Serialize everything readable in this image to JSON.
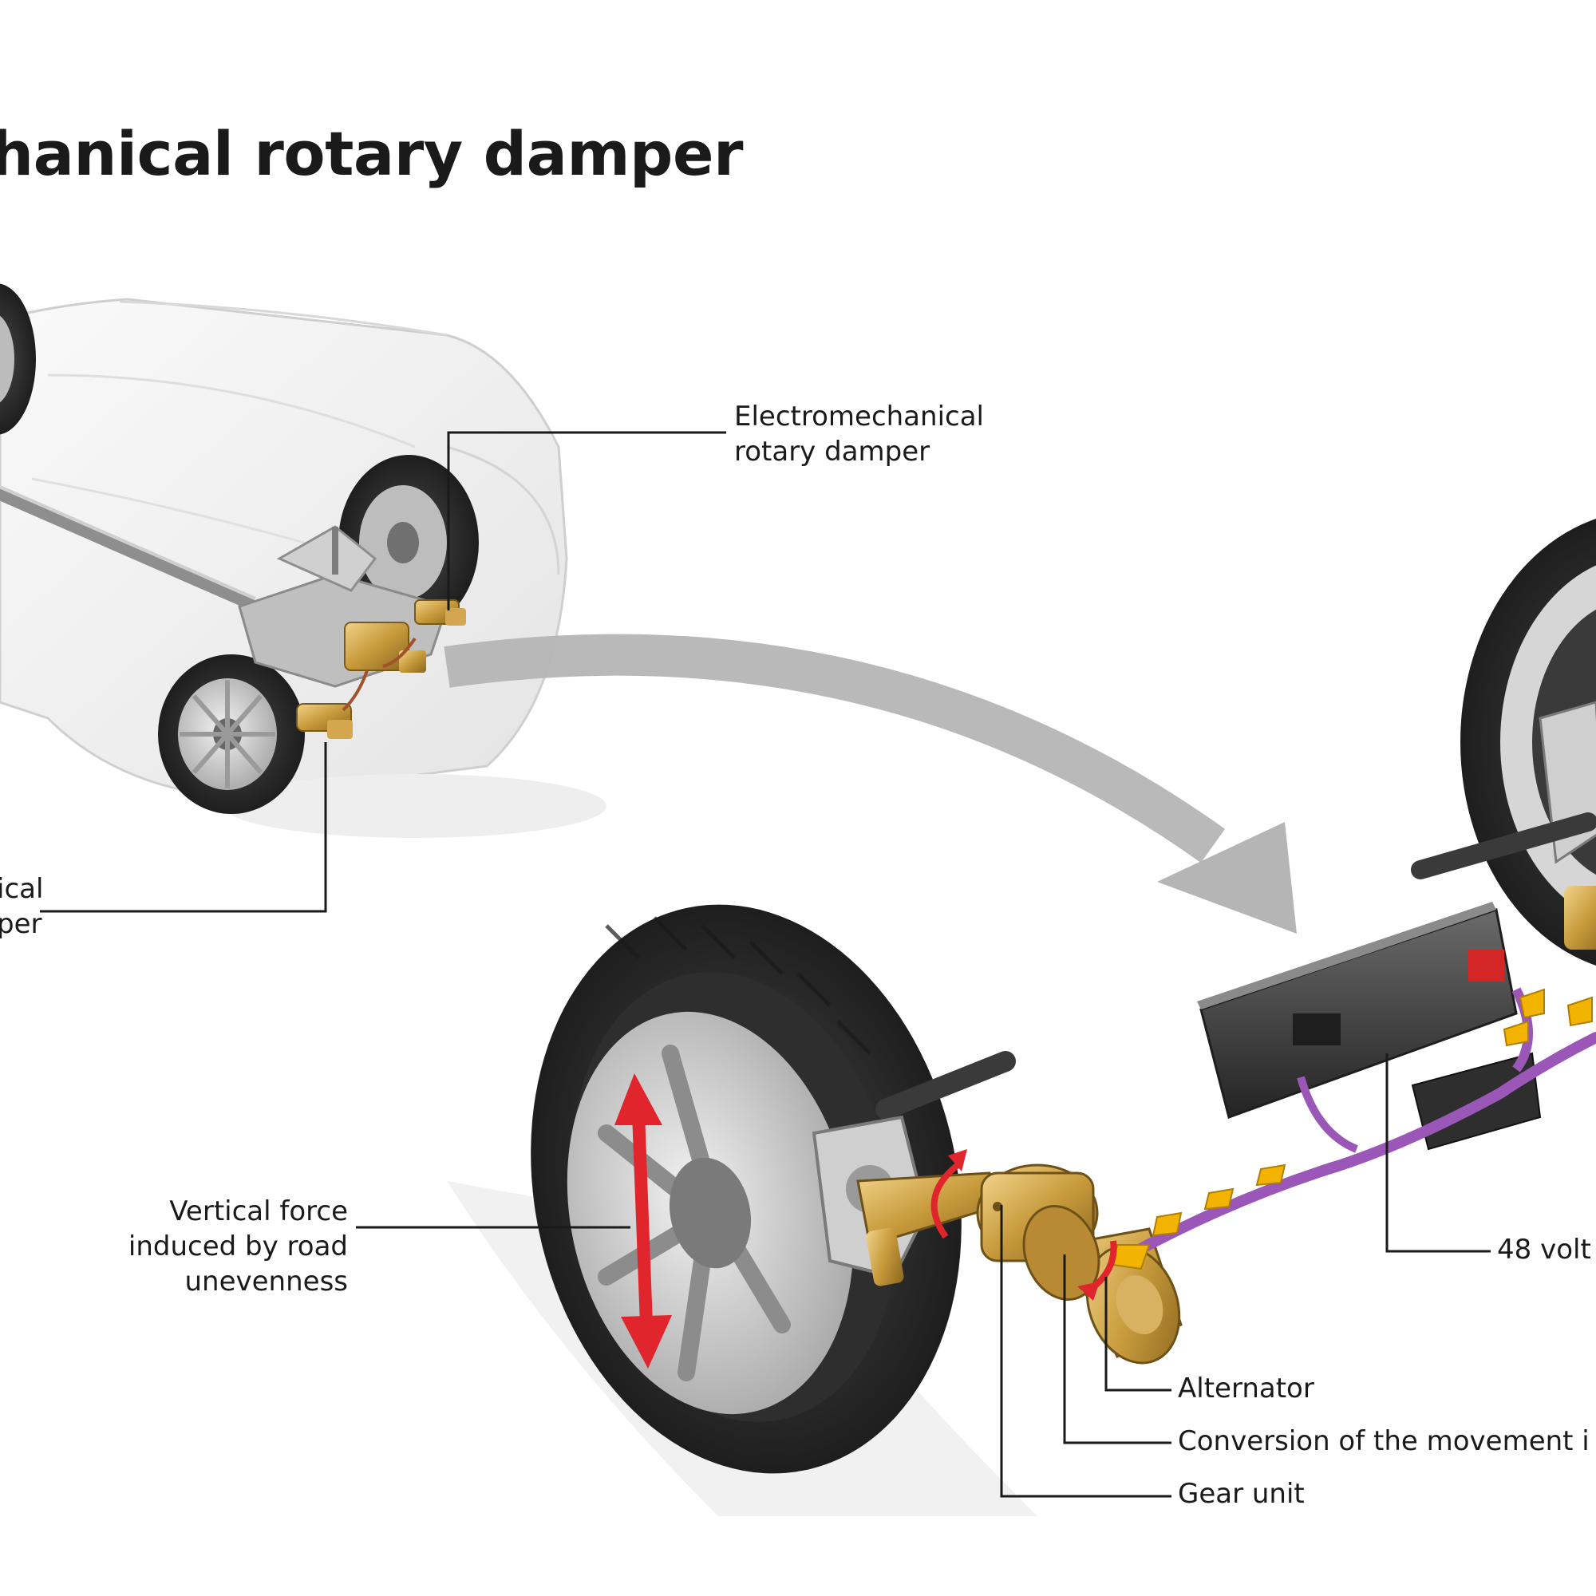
{
  "title": "hanical rotary damper",
  "labels": {
    "rotary_damper": [
      "Electromechanical",
      "rotary damper"
    ],
    "left_partial": [
      "ical",
      "per"
    ],
    "vertical_force": [
      "Vertical force",
      "induced by road",
      "unevenness"
    ],
    "alternator": "Alternator",
    "conversion": "Conversion of the movement i",
    "gear_unit": "Gear unit",
    "volt_48": "48 volt"
  },
  "colors": {
    "copper": "#c79a3b",
    "force_arrow": "#e0252d",
    "cable": "#9a57b8",
    "flow_arrow": "#f2b400",
    "transfer_arrow": "#b5b5b5",
    "tire": "#2a2a2a",
    "unit_box": "#3d3d3d"
  },
  "icons": {
    "transfer": "curved-arrow-icon",
    "force": "double-arrow-icon",
    "rotation": "rotation-arrow-icon",
    "flow": "chevron-arrow-icon"
  }
}
